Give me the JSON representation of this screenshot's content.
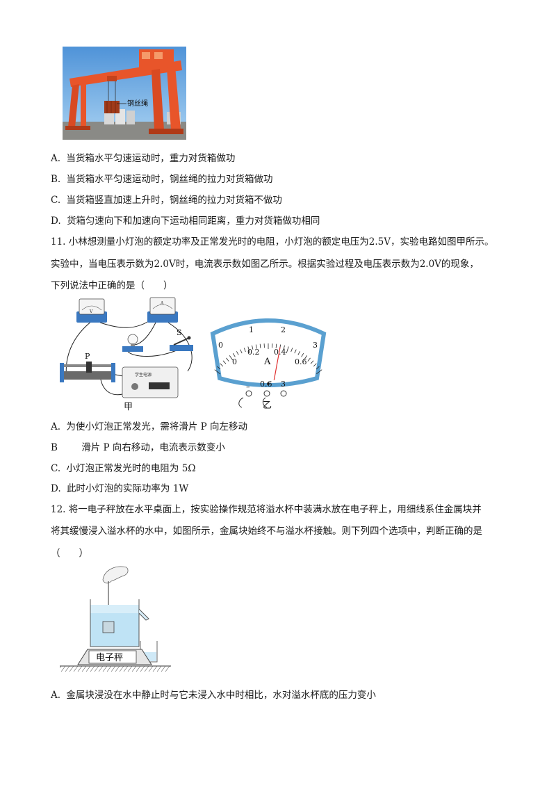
{
  "q10": {
    "photo_label": "钢丝绳",
    "options": [
      {
        "label": "A.",
        "text": "当货箱水平匀速运动时，重力对货箱做功"
      },
      {
        "label": "B.",
        "text": "当货箱水平匀速运动时，钢丝绳的拉力对货箱做功"
      },
      {
        "label": "C.",
        "text": "当货箱竖直加速上升时，钢丝绳的拉力对货箱不做功"
      },
      {
        "label": "D.",
        "text": "货箱匀速向下和加速向下运动相同距离，重力对货箱做功相同"
      }
    ]
  },
  "q11": {
    "lines": [
      "11. 小林想测量小灯泡的额定功率及正常发光时的电阻，小灯泡的额定电压为2.5V，实验电路如图甲所示。",
      "实验中，当电压表示数为2.0V时，电流表示数如图乙所示。根据实验过程及电压表示数为2.0V的现象，",
      "下列说法中正确的是（　　）"
    ],
    "circuit": {
      "rheostat_label": "P",
      "switch_label": "S",
      "caption": "甲",
      "voltmeter_mark": "V",
      "ammeter_mark": "A",
      "power_label": "学生电源"
    },
    "ammeter": {
      "top_scale": [
        "0",
        "1",
        "2",
        "3"
      ],
      "bottom_scale": [
        "0",
        "0.2",
        "0.4",
        "0.6"
      ],
      "unit": "A",
      "terminals": [
        "–",
        "0.6",
        "3"
      ],
      "caption": "乙",
      "reading": 0.36,
      "scale_max": 0.6
    },
    "options": [
      {
        "label": "A.",
        "text": "为使小灯泡正常发光，需将滑片 P 向左移动"
      },
      {
        "label": "B",
        "text": "滑片 P 向右移动，电流表示数变小"
      },
      {
        "label": "C.",
        "text": "小灯泡正常发光时的电阻为 5Ω"
      },
      {
        "label": "D.",
        "text": "此时小灯泡的实际功率为 1W"
      }
    ]
  },
  "q12": {
    "lines": [
      "12. 将一电子秤放在水平桌面上，按实验操作规范将溢水杯中装满水放在电子秤上，用细线系住金属块并",
      "将其缓慢浸入溢水杯的水中，如图所示，金属块始终不与溢水杯接触。则下列四个选项中，判断正确的是",
      "（　　）"
    ],
    "scale_label": "电子秤",
    "options": [
      {
        "label": "A.",
        "text": "金属块浸没在水中静止时与它未浸入水中时相比，水对溢水杯底的压力变小"
      }
    ]
  },
  "colors": {
    "crane": "#e8552a",
    "sky": "#6aa8e0",
    "water": "#bfe3f5",
    "meter_blue": "#5aa0d0",
    "needle": "#e03030"
  }
}
